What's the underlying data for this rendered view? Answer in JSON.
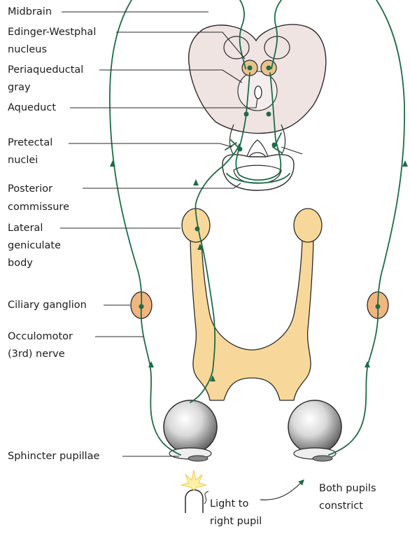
{
  "labels": {
    "midbrain": "Midbrain",
    "edinger_1": "Edinger-Westphal",
    "edinger_2": "nucleus",
    "periaqueductal_1": "Periaqueductal",
    "periaqueductal_2": "gray",
    "aqueduct": "Aqueduct",
    "pretectal_1": "Pretectal",
    "pretectal_2": "nuclei",
    "posterior_1": "Posterior",
    "posterior_2": "commissure",
    "lgb_1": "Lateral",
    "lgb_2": "geniculate",
    "lgb_3": "body",
    "ciliary": "Ciliary ganglion",
    "occulomotor_1": "Occulomotor",
    "occulomotor_2": "(3rd) nerve",
    "sphincter": "Sphincter pupillae",
    "light_1": "Light to",
    "light_2": "right pupil",
    "both_1": "Both pupils",
    "both_2": "constrict"
  },
  "colors": {
    "nerve": "#1d6b48",
    "tract": "#f8d89a",
    "ganglion": "#f1b67f",
    "midbrain": "#efe4e2",
    "outline": "#2a2a2a"
  }
}
